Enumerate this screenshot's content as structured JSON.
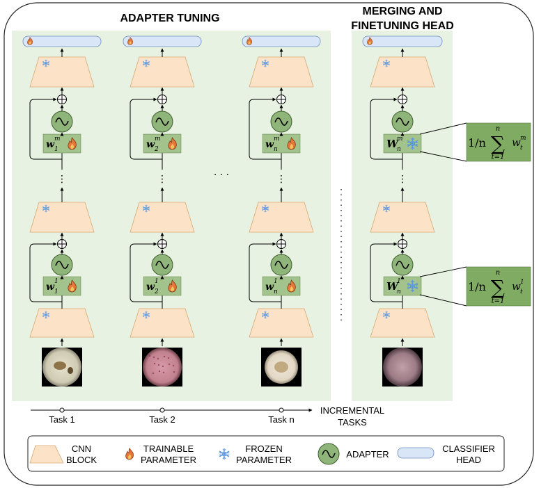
{
  "titles": {
    "adapter_tuning": "ADAPTER TUNING",
    "merging_line1": "MERGING AND",
    "merging_line2": "FINETUNING HEAD"
  },
  "timeline": {
    "task_labels": [
      "Task 1",
      "Task 2",
      "Task n"
    ],
    "end_label_line1": "INCREMENTAL",
    "end_label_line2": "TASKS"
  },
  "weights": {
    "columns": [
      {
        "top": {
          "base": "w",
          "sup": "m",
          "sub": "1"
        },
        "bottom": {
          "base": "w",
          "sup": "1",
          "sub": "1"
        }
      },
      {
        "top": {
          "base": "w",
          "sup": "m",
          "sub": "2"
        },
        "bottom": {
          "base": "w",
          "sup": "1",
          "sub": "2"
        }
      },
      {
        "top": {
          "base": "w",
          "sup": "m",
          "sub": "n"
        },
        "bottom": {
          "base": "w",
          "sup": "1",
          "sub": "n"
        }
      },
      {
        "top": {
          "base": "W",
          "sup": "m",
          "sub": "n"
        },
        "bottom": {
          "base": "W",
          "sup": "1",
          "sub": "n"
        }
      }
    ]
  },
  "formulas": {
    "top": {
      "prefix": "1/n",
      "sum_top": "n",
      "sum_bottom": "t=1",
      "term": "w",
      "term_sup": "m",
      "term_sub": "t"
    },
    "bottom": {
      "prefix": "1/n",
      "sum_top": "n",
      "sum_bottom": "t=1",
      "term": "w",
      "term_sup": "1",
      "term_sub": "t"
    }
  },
  "ellipses": {
    "vertical": "⋮",
    "horizontal": "· · ·"
  },
  "legend": {
    "cnn_line1": "CNN",
    "cnn_line2": "BLOCK",
    "trainable_line1": "TRAINABLE",
    "trainable_line2": "PARAMETER",
    "frozen_line1": "FROZEN",
    "frozen_line2": "PARAMETER",
    "adapter": "ADAPTER",
    "head_line1": "CLASSIFIER",
    "head_line2": "HEAD"
  },
  "colors": {
    "panel_green": "#e8f2e2",
    "cnn_fill": "#fce3c8",
    "adapter_fill": "#8fb57a",
    "weight_fill": "#a2c48c",
    "formula_fill": "#7fab63",
    "head_fill": "#d9e6f8",
    "flame": "#e07a3a",
    "snow": "#6aa3e8"
  },
  "icons": {
    "trainable": "flame-icon",
    "frozen": "snowflake-icon",
    "adapter": "wave-icon"
  }
}
